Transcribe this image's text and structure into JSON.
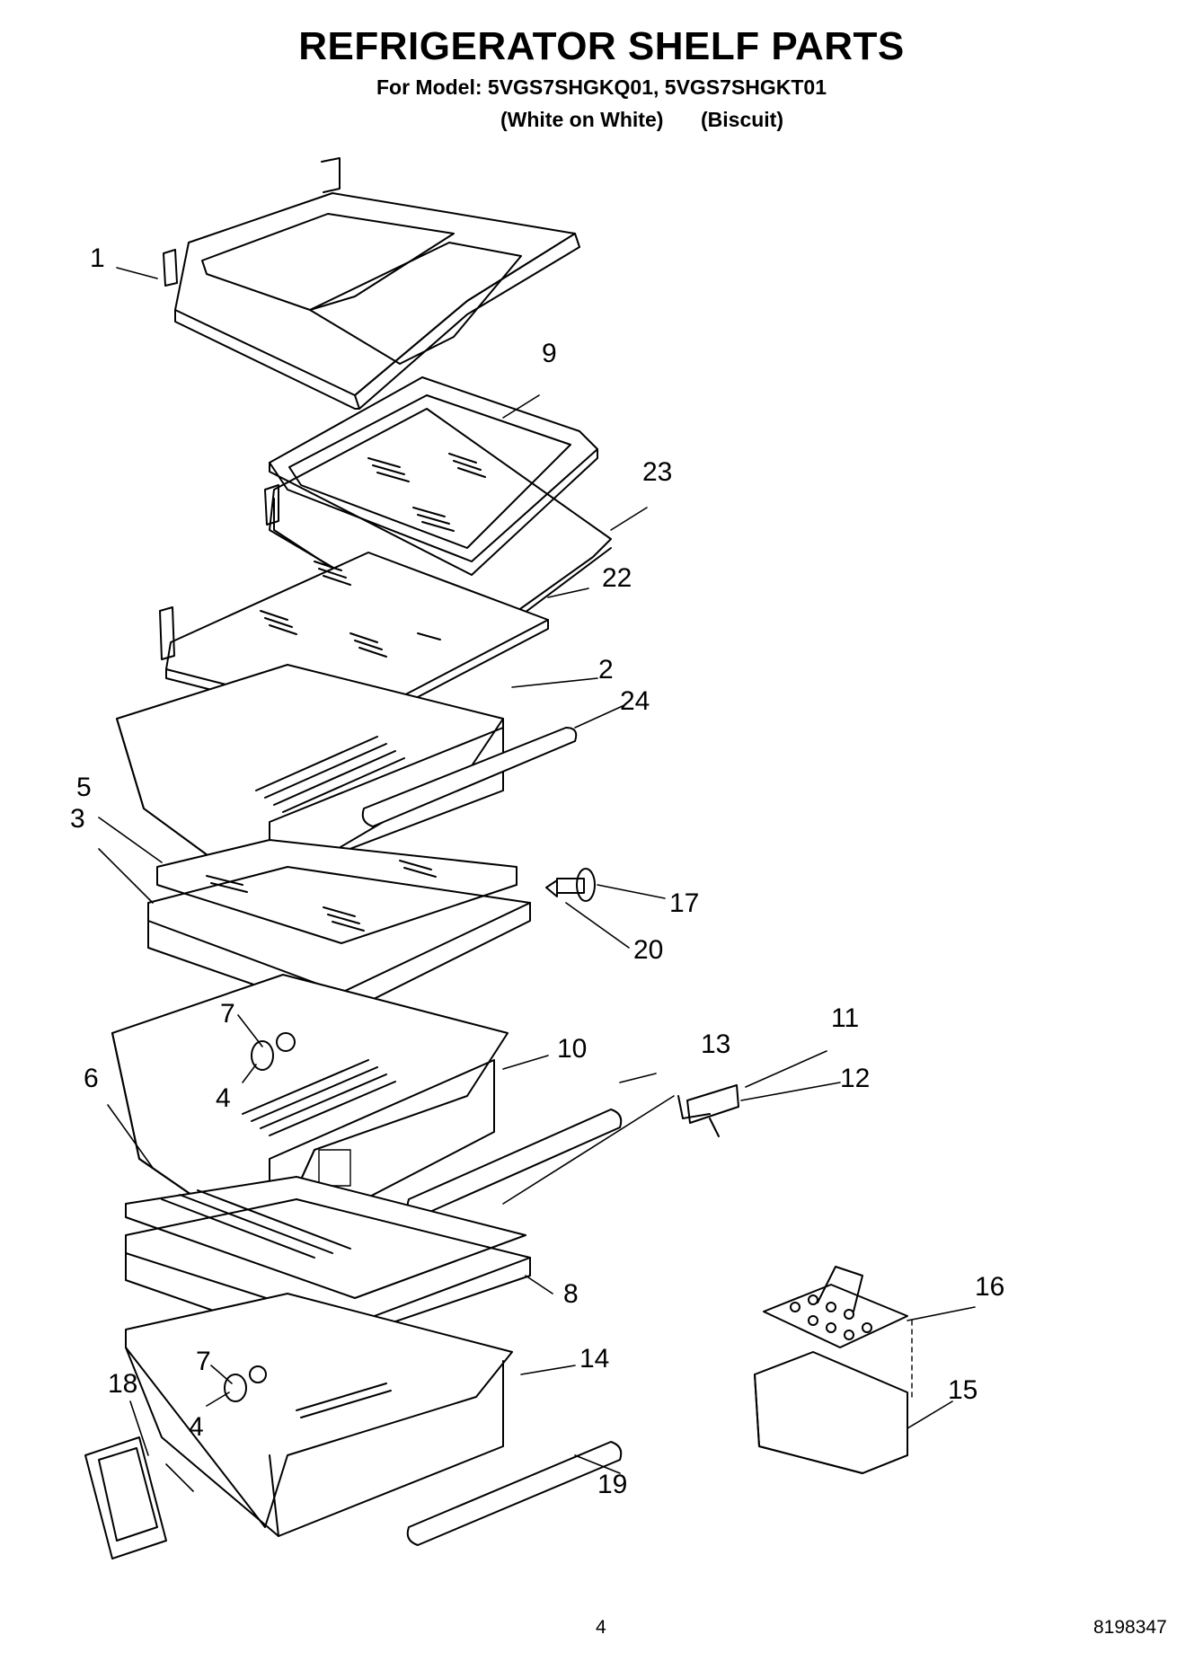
{
  "title": "REFRIGERATOR SHELF PARTS",
  "model_line": "For Model: 5VGS7SHGKQ01, 5VGS7SHGKT01",
  "color_white": "(White on White)",
  "color_biscuit": "(Biscuit)",
  "page_number": "4",
  "document_number": "8198347",
  "callouts": [
    {
      "id": "c1",
      "label": "1"
    },
    {
      "id": "c9",
      "label": "9"
    },
    {
      "id": "c23",
      "label": "23"
    },
    {
      "id": "c22",
      "label": "22"
    },
    {
      "id": "c2",
      "label": "2"
    },
    {
      "id": "c24",
      "label": "24"
    },
    {
      "id": "c5",
      "label": "5"
    },
    {
      "id": "c3",
      "label": "3"
    },
    {
      "id": "c17",
      "label": "17"
    },
    {
      "id": "c20",
      "label": "20"
    },
    {
      "id": "c7a",
      "label": "7"
    },
    {
      "id": "c4a",
      "label": "4"
    },
    {
      "id": "c10",
      "label": "10"
    },
    {
      "id": "c13",
      "label": "13"
    },
    {
      "id": "c11",
      "label": "11"
    },
    {
      "id": "c12",
      "label": "12"
    },
    {
      "id": "c6",
      "label": "6"
    },
    {
      "id": "c8",
      "label": "8"
    },
    {
      "id": "c16",
      "label": "16"
    },
    {
      "id": "c7b",
      "label": "7"
    },
    {
      "id": "c14",
      "label": "14"
    },
    {
      "id": "c18",
      "label": "18"
    },
    {
      "id": "c15",
      "label": "15"
    },
    {
      "id": "c4b",
      "label": "4"
    },
    {
      "id": "c19",
      "label": "19"
    }
  ]
}
